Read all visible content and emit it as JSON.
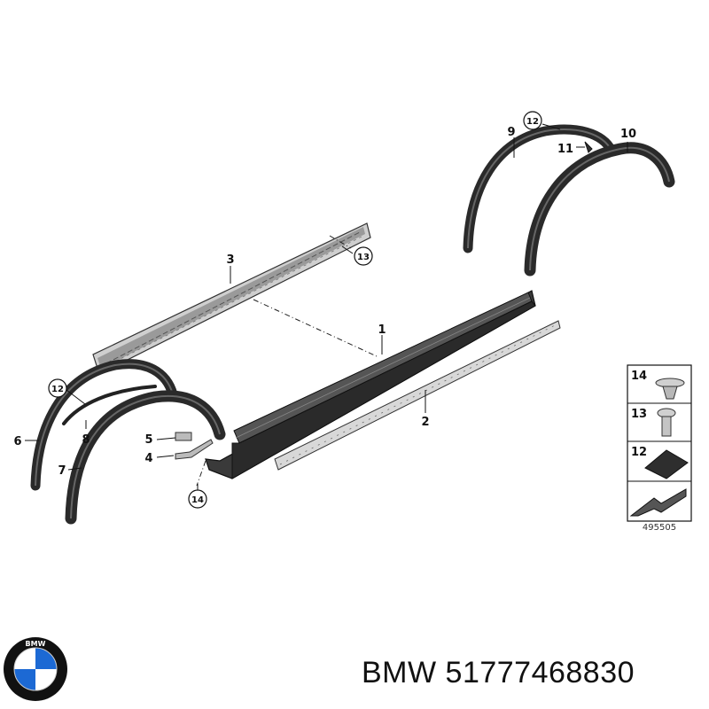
{
  "diagram": {
    "callouts": {
      "c1": "1",
      "c2": "2",
      "c3": "3",
      "c4": "4",
      "c5": "5",
      "c6": "6",
      "c7": "7",
      "c8": "8",
      "c9": "9",
      "c10": "10",
      "c11": "11",
      "c12a": "12",
      "c12b": "12",
      "c13": "13",
      "c14": "14"
    },
    "legend": {
      "items": [
        {
          "number": "14"
        },
        {
          "number": "13"
        },
        {
          "number": "12"
        }
      ],
      "diagram_ref": "495505"
    }
  },
  "caption": {
    "brand": "BMW",
    "part_number": "51777468830",
    "full": "BMW 51777468830"
  },
  "logo": {
    "text": "BMW",
    "colors": {
      "blue": "#1c69d4",
      "white": "#ffffff",
      "ring": "#111111"
    }
  }
}
